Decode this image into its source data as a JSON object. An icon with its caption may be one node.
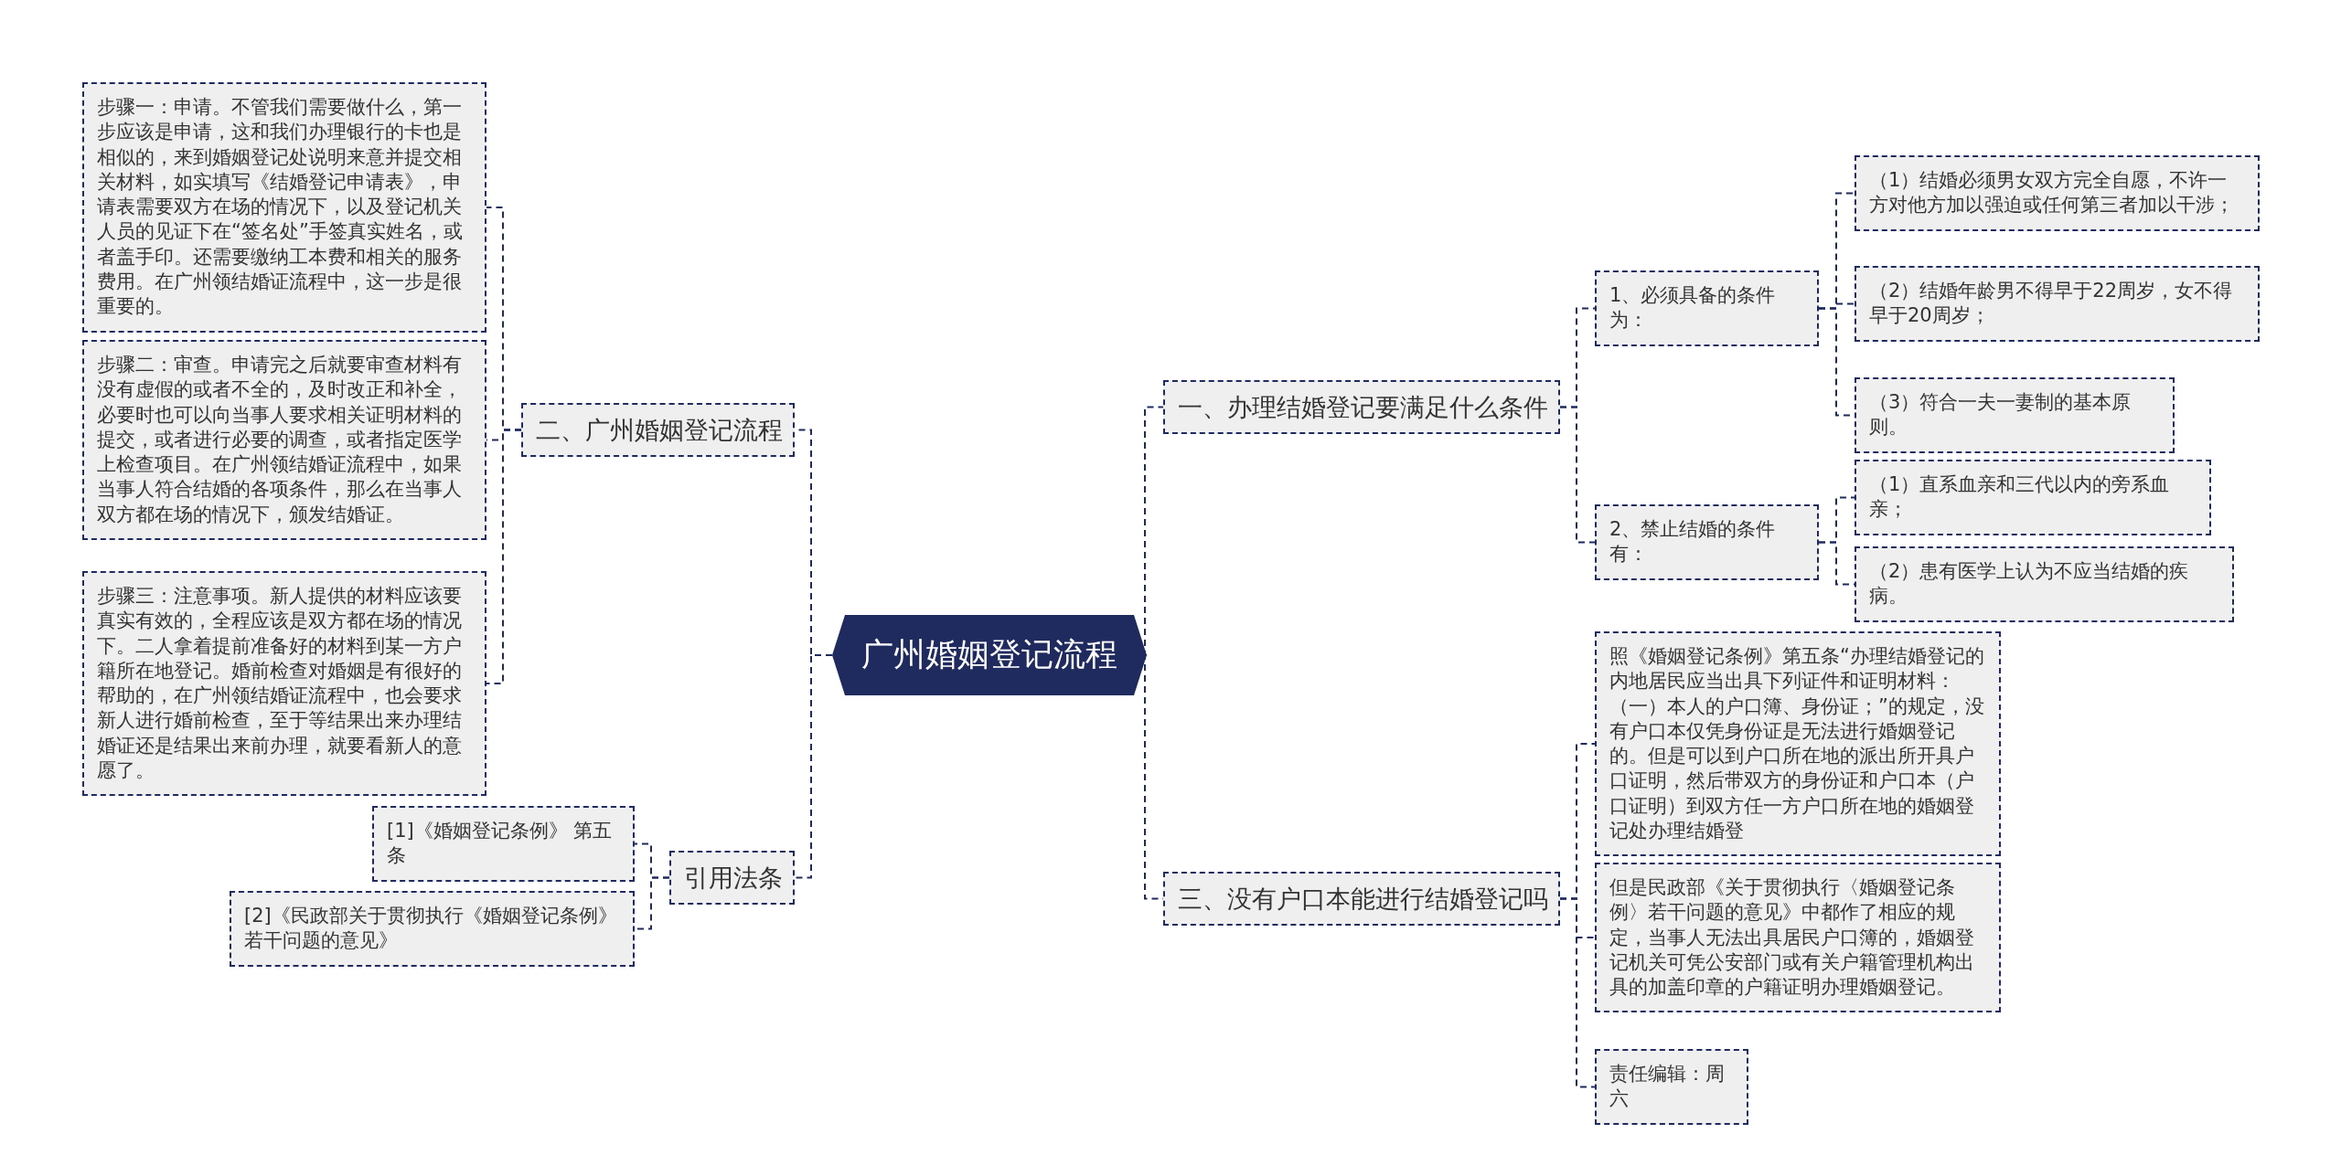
{
  "diagram": {
    "nodes": [
      {
        "text": [
          "广州婚姻登记流程"
        ]
      },
      {
        "text": [
          "一、办理结婚登记要满足什么条件"
        ]
      },
      {
        "text": [
          "1、必须具备的条件为："
        ]
      },
      {
        "text": [
          "（1）结婚必须男女双方完全自愿，不许一方对他方加以强迫或任何第三者加以干涉；"
        ]
      },
      {
        "text": [
          "（2）结婚年龄男不得早于22周岁，女不得早于20周岁；"
        ]
      },
      {
        "text": [
          "（3）符合一夫一妻制的基本原则。"
        ]
      },
      {
        "text": [
          "2、禁止结婚的条件有："
        ]
      },
      {
        "text": [
          "（1）直系血亲和三代以内的旁系血亲；"
        ]
      },
      {
        "text": [
          "（2）患有医学上认为不应当结婚的疾病。"
        ]
      },
      {
        "text": [
          "三、没有户口本能进行结婚登记吗"
        ]
      },
      {
        "text": [
          "照《婚姻登记条例》第五条“办理结婚登记的内地居民应当出具下列证件和证明材料：（一）本人的户口簿、身份证；”的规定，没有户口本仅凭身份证是无法进行婚姻登记的。但是可以到户口所在地的派出所开具户口证明，然后带双方的身份证和户口本（户口证明）到双方任一方户口所在地的婚姻登记处办理结婚登"
        ]
      },
      {
        "text": [
          "但是民政部《关于贯彻执行〈婚姻登记条例〉若干问题的意见》中都作了相应的规定，当事人无法出具居民户口簿的，婚姻登记机关可凭公安部门或有关户籍管理机构出具的加盖印章的户籍证明办理婚姻登记。"
        ]
      },
      {
        "text": [
          "责任编辑：周六"
        ]
      },
      {
        "text": [
          "二、广州婚姻登记流程"
        ]
      },
      {
        "text": [
          "步骤一：申请。不管我们需要做什么，第一步应该是申请，这和我们办理银行的卡也是相似的，来到婚姻登记处说明来意并提交相关材料，如实填写《结婚登记申请表》，申请表需要双方在场的情况下，以及登记机关人员的见证下在“签名处”手签真实姓名，或者盖手印。还需要缴纳工本费和相关的服务费用。在广州领结婚证流程中，这一步是很重要的。"
        ]
      },
      {
        "text": [
          "步骤二：审查。申请完之后就要审查材料有没有虚假的或者不全的，及时改正和补全，必要时也可以向当事人要求相关证明材料的提交，或者进行必要的调查，或者指定医学上检查项目。在广州领结婚证流程中，如果当事人符合结婚的各项条件，那么在当事人双方都在场的情况下，颁发结婚证。"
        ]
      },
      {
        "text": [
          "步骤三：注意事项。新人提供的材料应该要真实有效的，全程应该是双方都在场的情况下。二人拿着提前准备好的材料到某一方户籍所在地登记。婚前检查对婚姻是有很好的帮助的，在广州领结婚证流程中，也会要求新人进行婚前检查，至于等结果出来办理结婚证还是结果出来前办理，就要看新人的意愿了。"
        ]
      },
      {
        "text": [
          "引用法条"
        ]
      },
      {
        "text": [
          "[1]《婚姻登记条例》 第五条"
        ]
      },
      {
        "text": [
          "[2]《民政部关于贯彻执行《婚姻登记条例》若干问题的意见》"
        ]
      }
    ],
    "edges": [
      {
        "from": 0,
        "to": 1,
        "arrow": "none",
        "style": "dashed"
      },
      {
        "from": 0,
        "to": 9,
        "arrow": "none",
        "style": "dashed"
      },
      {
        "from": 0,
        "to": 13,
        "arrow": "none",
        "style": "dashed"
      },
      {
        "from": 0,
        "to": 17,
        "arrow": "none",
        "style": "dashed"
      },
      {
        "from": 1,
        "to": 2,
        "arrow": "none",
        "style": "dashed"
      },
      {
        "from": 1,
        "to": 6,
        "arrow": "none",
        "style": "dashed"
      },
      {
        "from": 2,
        "to": 3,
        "arrow": "none",
        "style": "dashed"
      },
      {
        "from": 2,
        "to": 4,
        "arrow": "none",
        "style": "dashed"
      },
      {
        "from": 2,
        "to": 5,
        "arrow": "none",
        "style": "dashed"
      },
      {
        "from": 6,
        "to": 7,
        "arrow": "none",
        "style": "dashed"
      },
      {
        "from": 6,
        "to": 8,
        "arrow": "none",
        "style": "dashed"
      },
      {
        "from": 9,
        "to": 10,
        "arrow": "none",
        "style": "dashed"
      },
      {
        "from": 9,
        "to": 11,
        "arrow": "none",
        "style": "dashed"
      },
      {
        "from": 9,
        "to": 12,
        "arrow": "none",
        "style": "dashed"
      },
      {
        "from": 13,
        "to": 14,
        "arrow": "none",
        "style": "dashed"
      },
      {
        "from": 13,
        "to": 15,
        "arrow": "none",
        "style": "dashed"
      },
      {
        "from": 13,
        "to": 16,
        "arrow": "none",
        "style": "dashed"
      },
      {
        "from": 17,
        "to": 18,
        "arrow": "none",
        "style": "dashed"
      },
      {
        "from": 17,
        "to": 19,
        "arrow": "none",
        "style": "dashed"
      }
    ]
  }
}
